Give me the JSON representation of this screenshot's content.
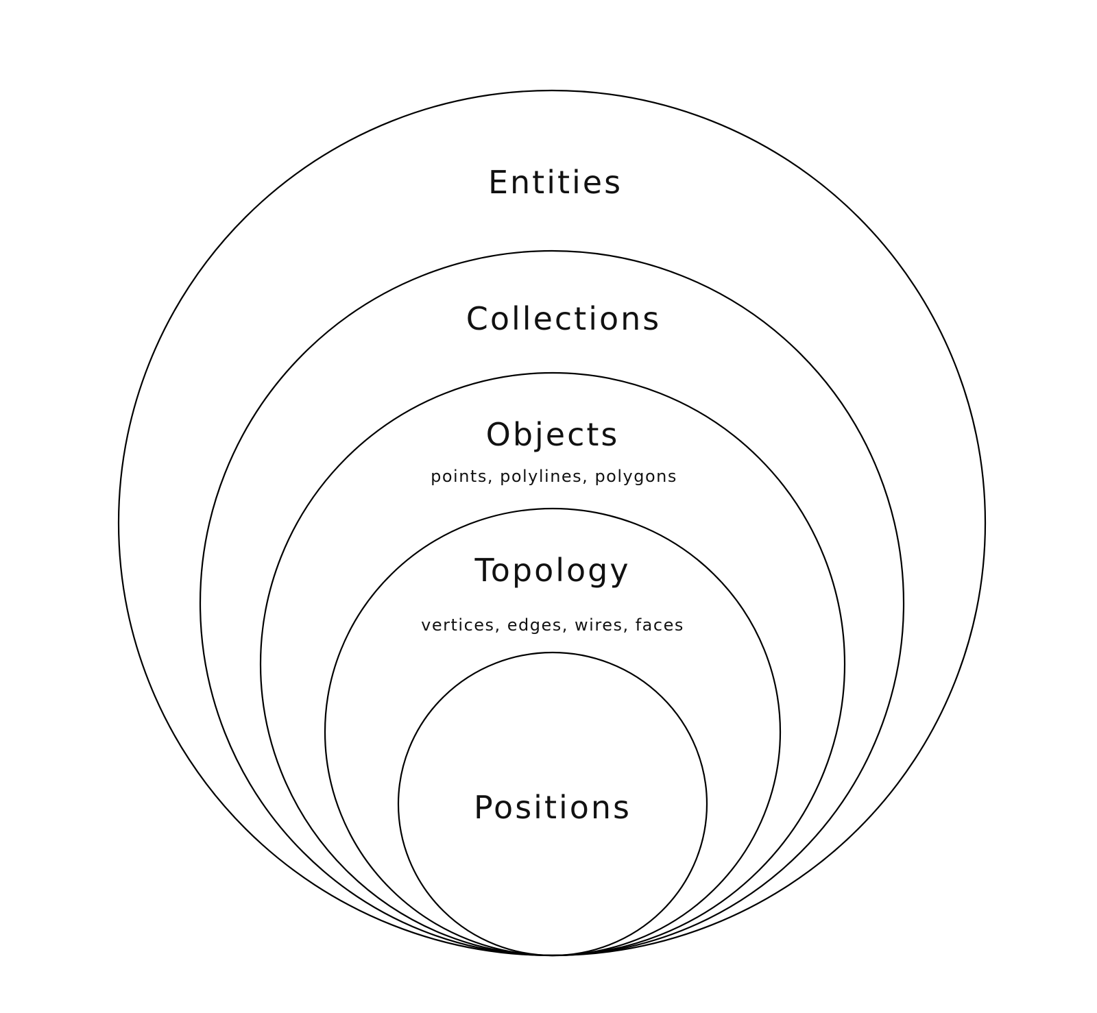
{
  "diagram": {
    "layers": [
      {
        "title": "Entities",
        "subtitle": ""
      },
      {
        "title": "Collections",
        "subtitle": ""
      },
      {
        "title": "Objects",
        "subtitle": "points, polylines, polygons"
      },
      {
        "title": "Topology",
        "subtitle": "vertices, edges, wires, faces"
      },
      {
        "title": "Positions",
        "subtitle": ""
      }
    ],
    "colors": {
      "stroke": "#000000",
      "text": "#111111",
      "background": "#ffffff"
    }
  }
}
